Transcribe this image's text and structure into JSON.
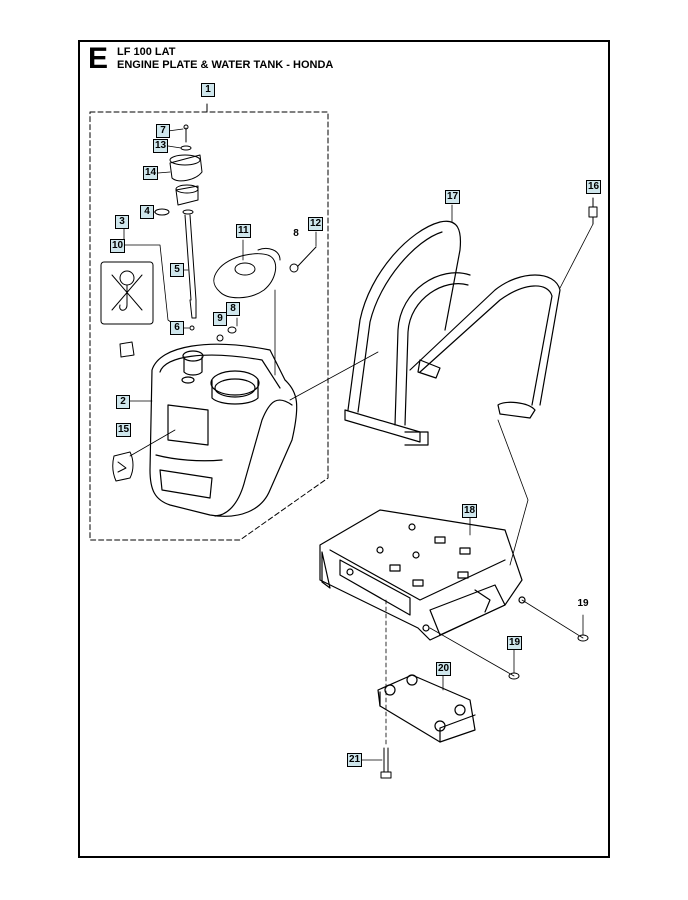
{
  "header": {
    "section": "E",
    "model": "LF 100 LAT",
    "title": "ENGINE PLATE & WATER TANK - HONDA"
  },
  "callout_color": "#cfe6ec",
  "callouts": {
    "c1": "1",
    "c2": "2",
    "c3": "3",
    "c4": "4",
    "c5": "5",
    "c6": "6",
    "c7": "7",
    "c8a": "8",
    "c8b": "8",
    "c9": "9",
    "c10": "10",
    "c11": "11",
    "c12": "12",
    "c13": "13",
    "c14": "14",
    "c15": "15",
    "c16": "16",
    "c17": "17",
    "c18": "18",
    "c19a": "19",
    "c19b": "19",
    "c20": "20",
    "c21": "21"
  }
}
